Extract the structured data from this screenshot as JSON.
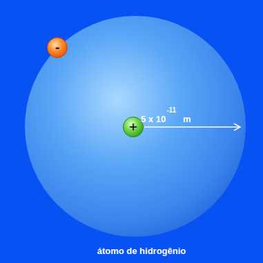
{
  "diagram": {
    "caption": "átomo de hidrogênio",
    "nodes": [
      {
        "text": [
          "-"
        ]
      },
      {
        "text": [
          "+"
        ]
      }
    ],
    "labels": [
      "5 x 10",
      "-11",
      "m"
    ]
  }
}
